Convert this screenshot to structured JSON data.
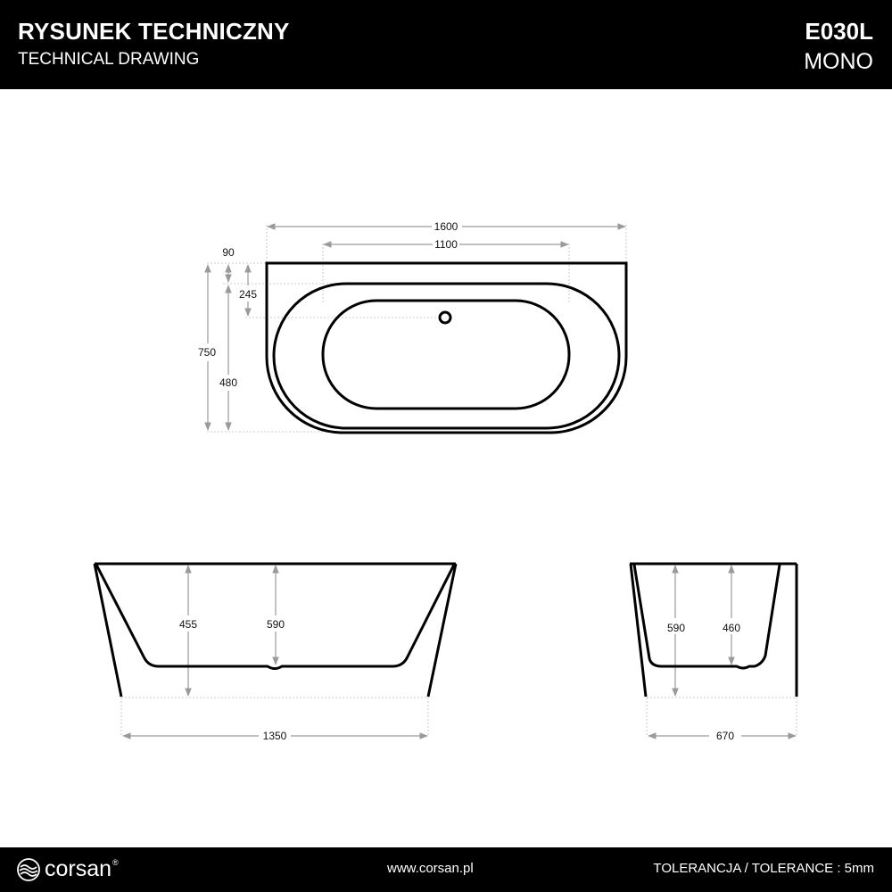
{
  "header": {
    "title": "RYSUNEK TECHNICZNY",
    "subtitle": "TECHNICAL DRAWING",
    "model_code": "E030L",
    "model_name": "MONO"
  },
  "drawing": {
    "top_view": {
      "overall_length": "1600",
      "inner_length": "1100",
      "rim_offset": "90",
      "drain_offset": "245",
      "overall_width": "750",
      "inner_width": "480"
    },
    "front_view": {
      "inner_depth": "455",
      "overall_height": "590",
      "base_length": "1350"
    },
    "side_view": {
      "overall_height": "590",
      "inner_depth": "460",
      "base_width": "670"
    }
  },
  "footer": {
    "brand": "corsan",
    "registered": "®",
    "website": "www.corsan.pl",
    "tolerance": "TOLERANCJA / TOLERANCE : 5mm"
  },
  "colors": {
    "banner": "#000000",
    "line": "#000000",
    "dimension": "#9a9a9a"
  }
}
